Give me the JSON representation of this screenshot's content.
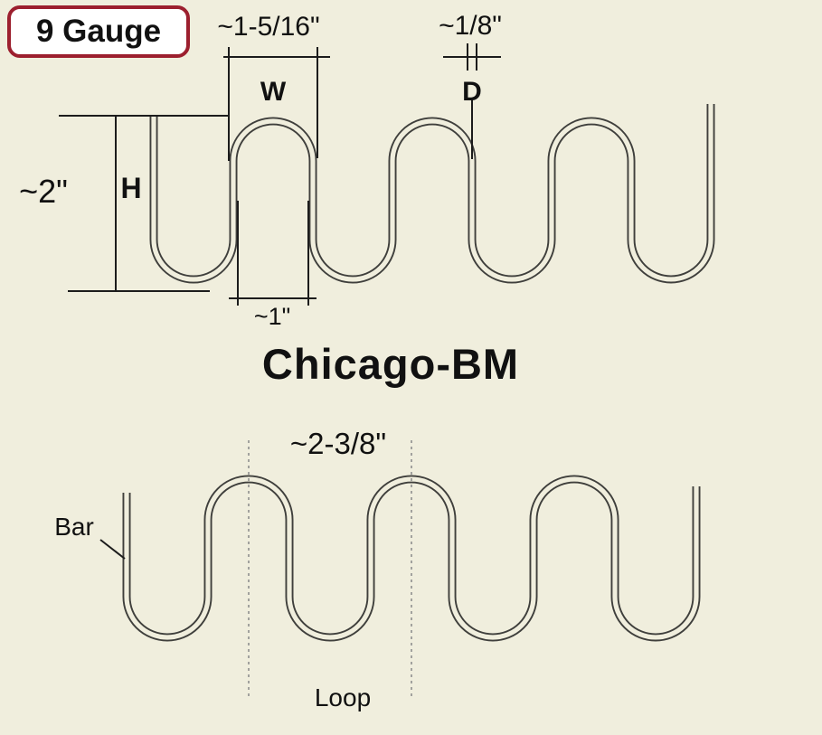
{
  "colors": {
    "background": "#f0eedd",
    "wire": "#3f3f3c",
    "dimension": "#1c1c1c",
    "badge_border": "#9c1f2e",
    "badge_bg": "#ffffff",
    "dotted": "#8f8f8f",
    "text": "#111111"
  },
  "badge": {
    "label": "9 Gauge"
  },
  "title": "Chicago-BM",
  "top_diagram": {
    "width_dim": "~1-5/16\"",
    "width_letter": "W",
    "diameter_dim": "~1/8\"",
    "diameter_letter": "D",
    "height_dim": "~2\"",
    "height_letter": "H",
    "loop_width_dim": "~1\""
  },
  "bottom_diagram": {
    "pitch_dim": "~2-3/8\"",
    "bar_label": "Bar",
    "loop_label": "Loop"
  }
}
